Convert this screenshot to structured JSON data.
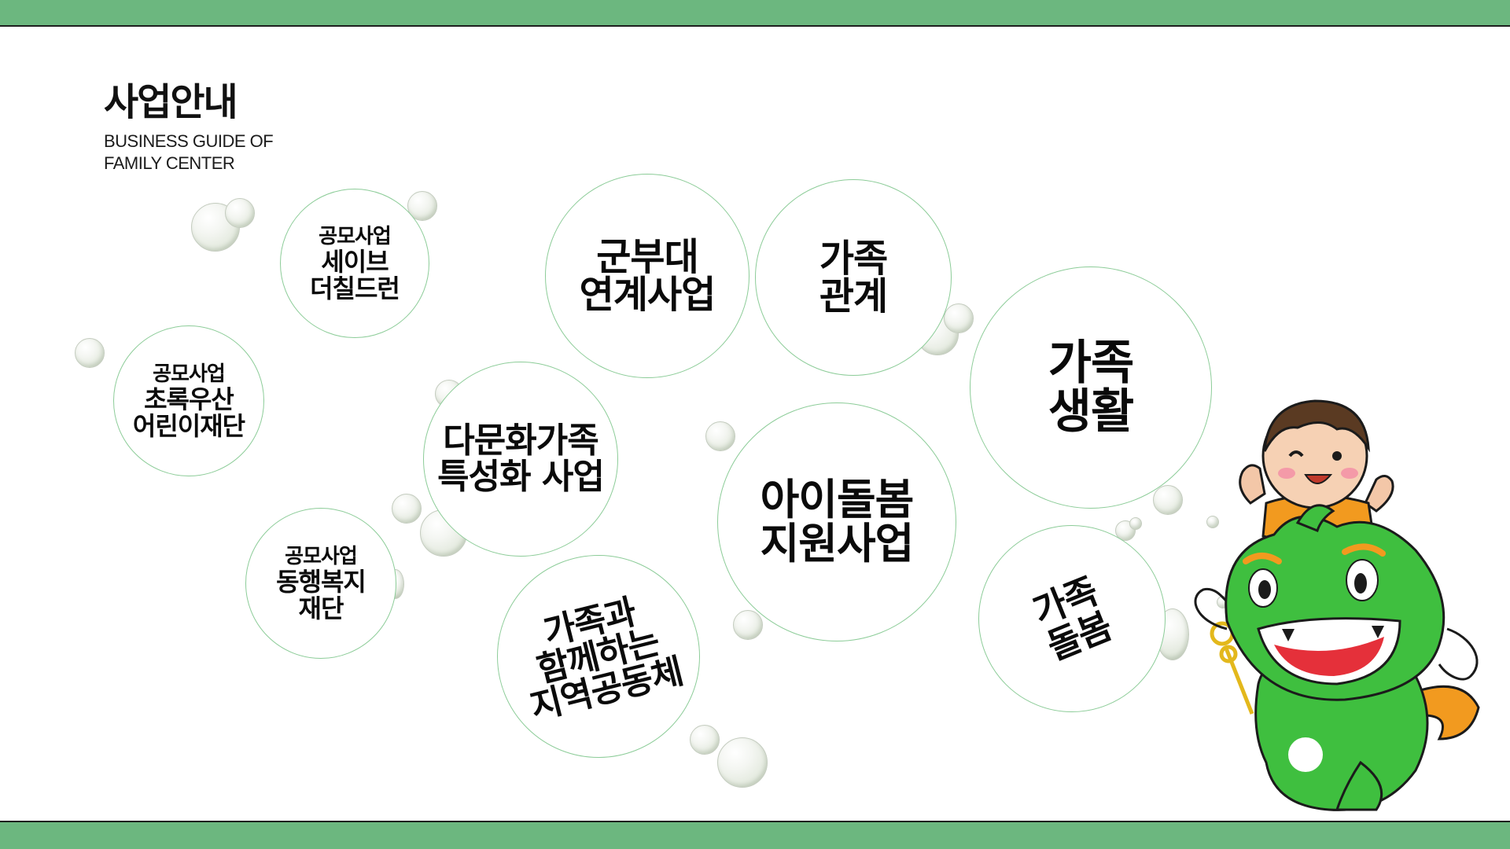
{
  "page": {
    "title": "사업안내",
    "subtitle_lines": [
      "BUSINESS GUIDE OF",
      "FAMILY CENTER"
    ]
  },
  "circles": [
    {
      "lines": [
        "공모사업",
        "세이브",
        "더칠드런"
      ]
    },
    {
      "lines": [
        "공모사업",
        "초록우산",
        "어린이재단"
      ]
    },
    {
      "lines": [
        "공모사업",
        "동행복지",
        "재단"
      ]
    },
    {
      "lines": [
        "군부대",
        "연계사업"
      ]
    },
    {
      "lines": [
        "가족",
        "관계"
      ]
    },
    {
      "lines": [
        "다문화가족",
        "특성화 사업"
      ]
    },
    {
      "lines": [
        "가족과",
        "함께하는",
        "지역공동체"
      ]
    },
    {
      "lines": [
        "아이돌봄",
        "지원사업"
      ]
    },
    {
      "lines": [
        "가족",
        "생활"
      ]
    },
    {
      "lines": [
        "가족",
        "돌봄"
      ]
    }
  ],
  "colors": {
    "band": "#6cb77f",
    "circle_border": "#8ccc98",
    "mascot_green": "#3fbf3f",
    "mascot_orange": "#f29a1f"
  },
  "icons": {
    "mascot": "green-dragon-mascot-with-child"
  }
}
